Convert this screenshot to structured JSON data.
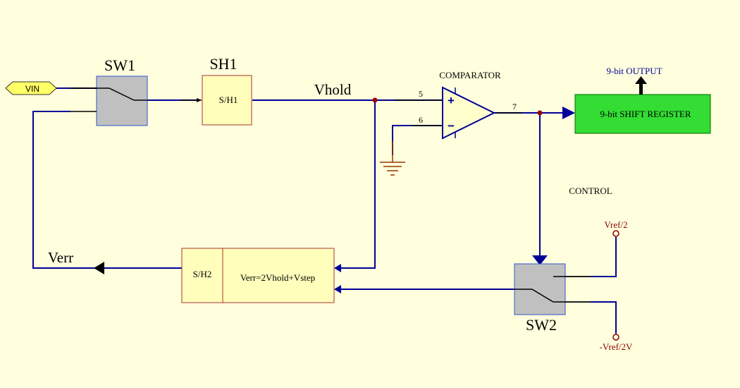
{
  "schematic": {
    "input_port": "VIN",
    "sw1_label": "SW1",
    "sh1_label": "SH1",
    "sh1_block": "S/H1",
    "vhold_label": "Vhold",
    "comparator_label": "COMPARATOR",
    "comparator_plus": "+",
    "comparator_minus": "−",
    "pin_5": "5",
    "pin_6": "6",
    "pin_7": "7",
    "output_label": "9-bit OUTPUT",
    "shift_register": "9-bit SHIFT REGISTER",
    "control_label": "CONTROL",
    "vref_pos": "Vref/2",
    "vref_neg": "-Vref/2V",
    "sw2_label": "SW2",
    "sh2_block": "S/H2",
    "equation_block": "Verr=2Vhold+Vstep",
    "verr_label": "Verr"
  },
  "colors": {
    "background": "#ffffdd",
    "wire": "#000099",
    "lead_black": "#000000",
    "block_fill": "#ffffbb",
    "block_border": "#aa3333",
    "switch_fill": "#c0c0c0",
    "switch_border": "#3355cc",
    "register_fill": "#33dd33",
    "comparator_fill": "#ffffcc",
    "ground": "#993300",
    "junction": "#990000",
    "port_fill": "#ffff66",
    "output_label_color": "#000099",
    "vref_color": "#880000"
  }
}
